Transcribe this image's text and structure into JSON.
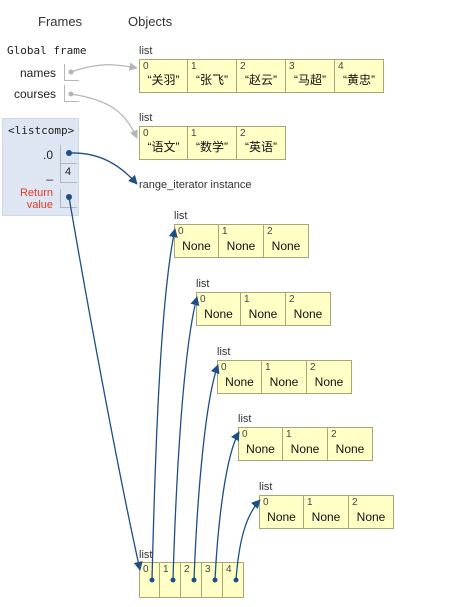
{
  "headers": {
    "frames": "Frames",
    "objects": "Objects"
  },
  "global_frame": {
    "title": "Global frame",
    "vars": [
      {
        "name": "names"
      },
      {
        "name": "courses"
      }
    ]
  },
  "listcomp_frame": {
    "title": "<listcomp>",
    "vars": [
      {
        "name": ".0",
        "value": ""
      },
      {
        "name": "_",
        "value": "4"
      },
      {
        "name": "Return\nvalue",
        "value": ""
      }
    ]
  },
  "objects": {
    "names_list": {
      "label": "list",
      "items": [
        "“关羽”",
        "“张飞”",
        "“赵云”",
        "“马超”",
        "“黄忠”"
      ]
    },
    "courses_list": {
      "label": "list",
      "items": [
        "“语文”",
        "“数学”",
        "“英语”"
      ]
    },
    "range_iterator": {
      "label": "range_iterator instance"
    },
    "none_lists": [
      {
        "label": "list",
        "items": [
          "None",
          "None",
          "None"
        ]
      },
      {
        "label": "list",
        "items": [
          "None",
          "None",
          "None"
        ]
      },
      {
        "label": "list",
        "items": [
          "None",
          "None",
          "None"
        ]
      },
      {
        "label": "list",
        "items": [
          "None",
          "None",
          "None"
        ]
      },
      {
        "label": "list",
        "items": [
          "None",
          "None",
          "None"
        ]
      }
    ],
    "outer_list": {
      "label": "list",
      "items": [
        "",
        "",
        "",
        "",
        ""
      ]
    }
  },
  "colors": {
    "frame_bg": "#dde6f2",
    "frame_border": "#cfd9e8",
    "cell_bg": "#ffffc6",
    "arrow_active": "#1c4f86",
    "arrow_inactive": "#b5b5b5",
    "return_text": "#e33b26"
  }
}
